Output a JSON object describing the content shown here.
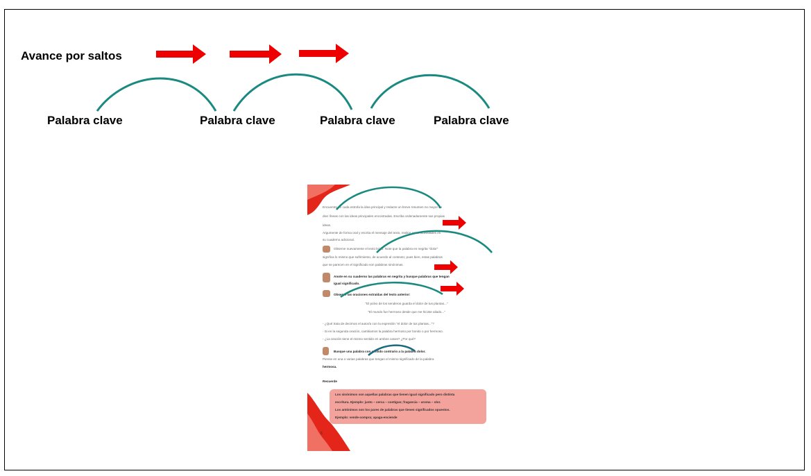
{
  "title": "Avance por saltos",
  "keywords": [
    "Palabra clave",
    "Palabra clave",
    "Palabra clave",
    "Palabra clave"
  ],
  "colors": {
    "arrow": "#ee0000",
    "arc": "#1a8a80",
    "page_accent": "#e4261a",
    "recuerde_box": "#f3a39b"
  },
  "worksheet": {
    "lines": [
      "Encuentre en cada estrofa la idea principal y redacte un breve resumen no mayor de",
      "diez líneas con las ideas principales encontradas. Escriba ordenadamente sus propias",
      "ideas.",
      "Argumente de forma oral y escrita el mensaje del texto, realice estas actividades en",
      "su cuaderno adicional.",
      "Observe nuevamente el texto leído. Note que la palabra en negrita \"dolor\"",
      "significa lo mismo que sufrimiento, de acuerdo al contexto; pues bien, estas palabras",
      "que se parecen en el significado son palabras sinónimas.",
      "Anote en su cuaderno las palabras en negrita y busque palabras que tengan",
      "igual significado.",
      "Observe las oraciones extraídas del texto anterior:",
      "\"El polvo de los senderos guarda el dolor de tus plantas...\"",
      "\"El mundo fue hermoso desde que me hiciste aliado...\"",
      "- ¿Qué trata de decirnos el autor/a con la expresión \"el dolor de tus plantas...\"?",
      "- Si en la segunda oración, cambiamos la palabra hermoso por bonito o por hermoso.",
      "- ¿La oración tiene el mismo sentido en ambos casos? ¿Por qué?",
      "Busque una palabra con sentido contrario a la palabra dolor.",
      "Piense en una o varias palabras que tengan el mismo significado de la palabra",
      "hermosa.",
      "Recuerde"
    ],
    "recuerde": [
      "Los sinónimos son aquellas palabras que tienen igual significado pero distinta",
      "escritura. Ejemplo: junto – cerca – contiguo; fragancia – aroma – olor.",
      "Los antónimos son los pares de palabras que tienen significados opuestos.",
      "Ejemplo: vende-compra; apaga-enciende"
    ],
    "page_number": "6"
  }
}
